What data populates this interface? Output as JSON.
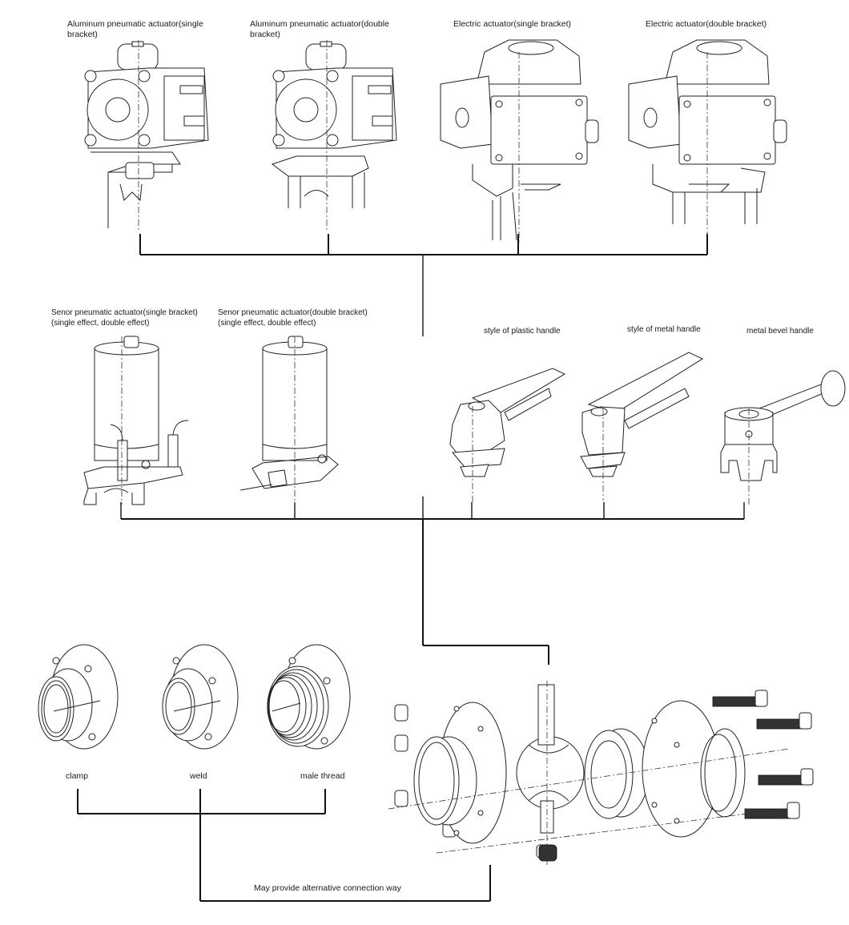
{
  "diagram": {
    "title": "Ball valve assembly options",
    "actuators_top": [
      {
        "label": "Aluminum pneumatic actuator(single\nbracket)",
        "icon": "aluminum-pneumatic-actuator-single-bracket"
      },
      {
        "label": "Aluminum pneumatic actuator(double\nbracket)",
        "icon": "aluminum-pneumatic-actuator-double-bracket"
      },
      {
        "label": "Electric actuator(single bracket)",
        "icon": "electric-actuator-single-bracket"
      },
      {
        "label": "Electric actuator(double bracket)",
        "icon": "electric-actuator-double-bracket"
      }
    ],
    "actuators_mid": [
      {
        "label": "Senor pneumatic actuator(single bracket)\n(single effect, double effect)",
        "icon": "sensor-pneumatic-actuator-single-bracket"
      },
      {
        "label": "Senor pneumatic actuator(double bracket)\n(single effect, double effect)",
        "icon": "sensor-pneumatic-actuator-double-bracket"
      }
    ],
    "handles": [
      {
        "label": "style of plastic handle",
        "icon": "plastic-handle"
      },
      {
        "label": "style of metal handle",
        "icon": "metal-handle"
      },
      {
        "label": "metal bevel handle",
        "icon": "metal-bevel-handle"
      }
    ],
    "connections": [
      {
        "label": "clamp",
        "icon": "clamp-end-connection"
      },
      {
        "label": "weld",
        "icon": "weld-end-connection"
      },
      {
        "label": "male thread",
        "icon": "male-thread-end-connection"
      }
    ],
    "exploded_view": {
      "icon": "ball-valve-exploded-view"
    },
    "note": "May provide alternative connection way"
  }
}
